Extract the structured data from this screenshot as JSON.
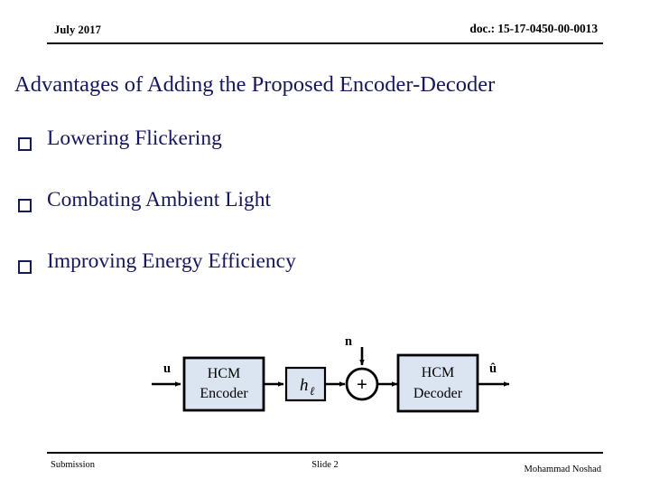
{
  "header": {
    "date": "July 2017",
    "doc_number": "doc.: 15-17-0450-00-0013"
  },
  "title": "Advantages of Adding the Proposed Encoder-Decoder",
  "bullets": [
    {
      "glyph": "hollow-square-bullet",
      "text": "Lowering Flickering"
    },
    {
      "glyph": "hollow-square-bullet",
      "text": "Combating Ambient Light"
    },
    {
      "glyph": "hollow-square-bullet",
      "text": "Improving Energy Efficiency"
    }
  ],
  "diagram": {
    "name": "hcm-encoder-decoder-block-diagram",
    "input_label": "u",
    "encoder_line1": "HCM",
    "encoder_line2": "Encoder",
    "channel_label_base": "h",
    "channel_label_sub": "ℓ",
    "noise_label": "n",
    "adder_label": "+",
    "decoder_line1": "HCM",
    "decoder_line2": "Decoder",
    "output_label": "û",
    "box_fill": "#dbe5f1",
    "box_stroke": "#000000",
    "adder_fill": "#ffffff"
  },
  "footer": {
    "left": "Submission",
    "center": "Slide 2",
    "right": "Mohammad Noshad"
  },
  "colors": {
    "title_navy": "#17175c",
    "background": "#ffffff",
    "rule": "#000000"
  }
}
